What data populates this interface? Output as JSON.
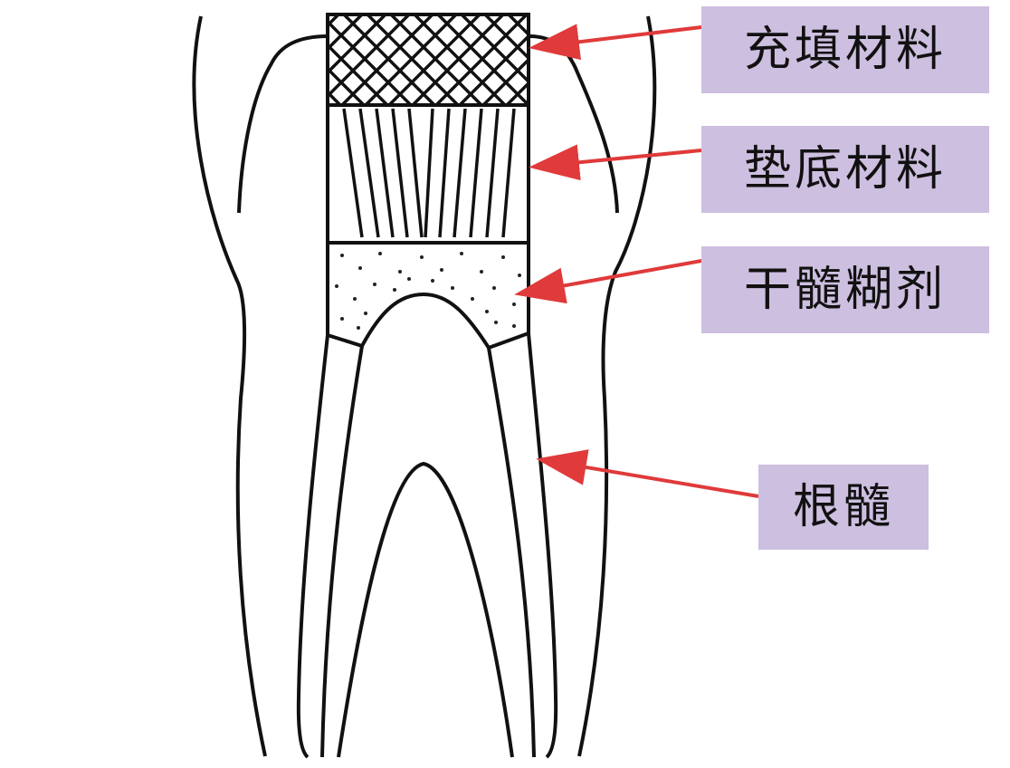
{
  "diagram": {
    "labels": {
      "filling_material": "充填材料",
      "base_material": "垫底材料",
      "pulp_dressing_paste": "干髓糊剂",
      "root_pulp": "根髓"
    },
    "colors": {
      "label_background": "#cdbfe0",
      "arrow": "#e03a3a",
      "outline": "#111111",
      "background": "#ffffff"
    }
  }
}
